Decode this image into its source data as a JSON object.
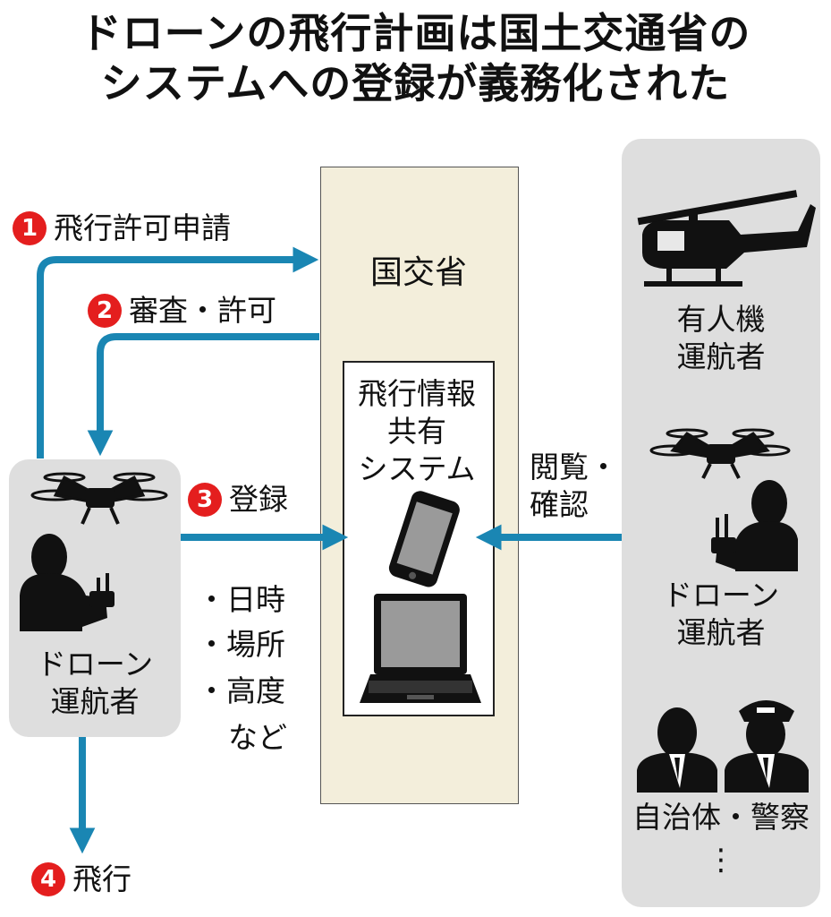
{
  "title": {
    "line1": "ドローンの飛行計画は国土交通省の",
    "line2": "システムへの登録が義務化された"
  },
  "center": {
    "ministry": "国交省",
    "system_line1": "飛行情報",
    "system_line2": "共有",
    "system_line3": "システム"
  },
  "steps": [
    {
      "num": "1",
      "label": "飛行許可申請"
    },
    {
      "num": "2",
      "label": "審査・許可"
    },
    {
      "num": "3",
      "label": "登録"
    },
    {
      "num": "4",
      "label": "飛行"
    }
  ],
  "operator": {
    "line1": "ドローン",
    "line2": "運航者"
  },
  "register_items": [
    "・日時",
    "・場所",
    "・高度",
    "など"
  ],
  "view": {
    "line1": "閲覧・",
    "line2": "確認"
  },
  "right_panel": {
    "manned_line1": "有人機",
    "manned_line2": "運航者",
    "drone_line1": "ドローン",
    "drone_line2": "運航者",
    "gov": "自治体・警察",
    "more": "⋮"
  },
  "colors": {
    "arrow": "#1a86b3",
    "badge": "#e41e1e",
    "panel": "#dedede",
    "center": "#f3eedb"
  }
}
